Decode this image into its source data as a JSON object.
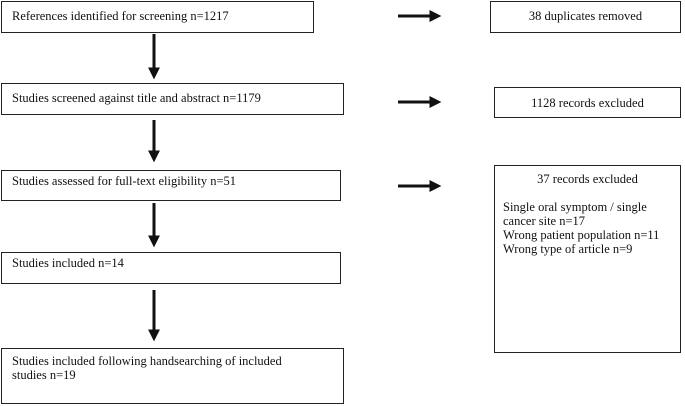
{
  "steps": [
    {
      "label": "References identified for screening n=1217"
    },
    {
      "label": "Studies screened against title and abstract n=1179"
    },
    {
      "label": "Studies assessed for full-text eligibility n=51"
    },
    {
      "label": "Studies included n=14"
    },
    {
      "label": "Studies included following handsearching of included",
      "label2": "studies n=19"
    }
  ],
  "exclusions": [
    {
      "label": "38 duplicates removed"
    },
    {
      "label": "1128 records excluded"
    },
    {
      "label": "37 records excluded",
      "details": [
        "Single oral symptom / single",
        "cancer site n=17",
        "Wrong patient population n=11",
        "Wrong type of article n=9"
      ]
    }
  ],
  "colors": {
    "border": "#222222",
    "arrow": "#111111"
  }
}
